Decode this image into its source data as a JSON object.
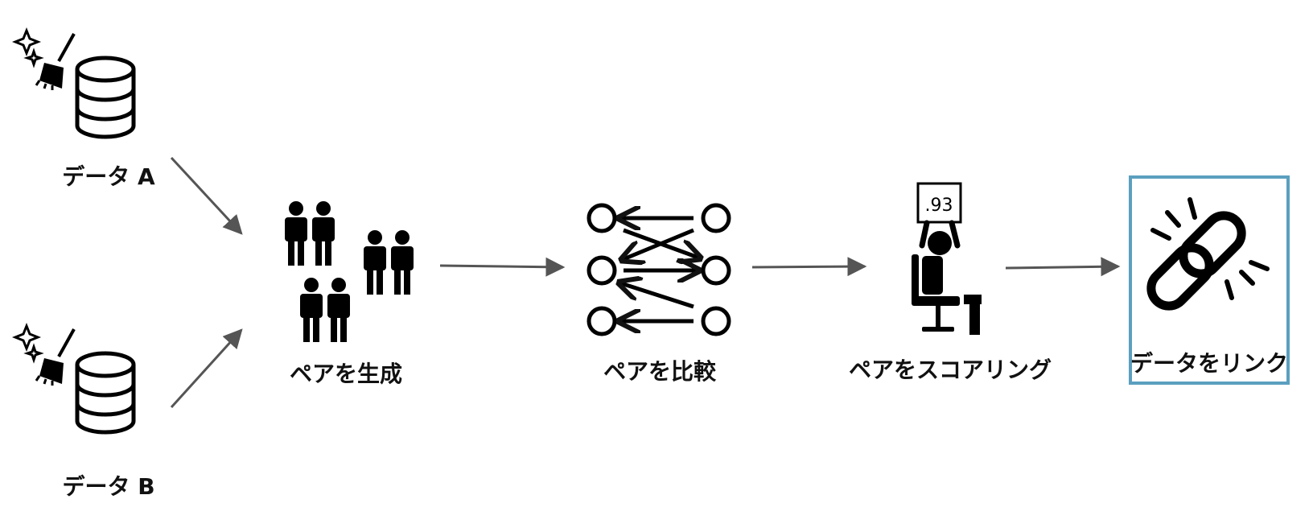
{
  "nodes": {
    "data_a": {
      "label": "データ A",
      "icon": "database-cleanup-icon"
    },
    "data_b": {
      "label": "データ B",
      "icon": "database-cleanup-icon"
    },
    "generate": {
      "label": "ペアを生成",
      "icon": "people-pairs-icon"
    },
    "compare": {
      "label": "ペアを比較",
      "icon": "compare-arrows-icon"
    },
    "score": {
      "label": "ペアをスコアリング",
      "icon": "person-holding-score-icon",
      "score_text": ".93"
    },
    "link": {
      "label": "データをリンク",
      "icon": "broken-link-icon"
    }
  },
  "colors": {
    "highlight_border": "#5b9fbf",
    "arrow": "#555555",
    "icon": "#000000"
  }
}
